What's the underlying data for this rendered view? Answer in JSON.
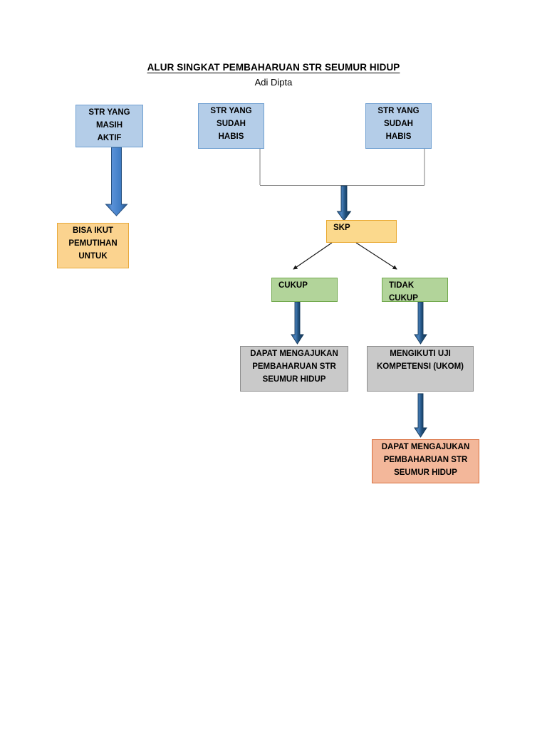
{
  "document": {
    "title": "ALUR SINGKAT PEMBAHARUAN STR SEUMUR HIDUP",
    "author": "Adi Dipta"
  },
  "palette": {
    "blue_fill": "#b4cde8",
    "blue_border": "#6f9fd1",
    "amber_fill": "#fbd38f",
    "amber_border": "#e8a93c",
    "green_fill": "#b2d49a",
    "green_border": "#72a94e",
    "grey_fill": "#c9c9c9",
    "grey_border": "#8d8d8d",
    "salmon_fill": "#f3b79a",
    "salmon_border": "#d9703f",
    "arrow_navy": "#1f4e79",
    "arrow_blue": "#3c78c8",
    "connector_grey": "#808080",
    "arrow_black": "#000000"
  },
  "nodes": {
    "str_aktif": {
      "label": "STR YANG\nMASIH\nAKTIF"
    },
    "str_habis_1": {
      "label": "STR YANG\nSUDAH\nHABIS"
    },
    "str_habis_2": {
      "label": "STR YANG\nSUDAH\nHABIS"
    },
    "pemutihan": {
      "label": "BISA IKUT\nPEMUTIHAN\nUNTUK"
    },
    "skp": {
      "label": "SKP"
    },
    "cukup": {
      "label": "CUKUP"
    },
    "tidak_cukup": {
      "label": "TIDAK\nCUKUP"
    },
    "ajukan_str_grey": {
      "label": "DAPAT MENGAJUKAN\nPEMBAHARUAN STR\nSEUMUR HIDUP"
    },
    "ukom": {
      "label": "MENGIKUTI UJI\nKOMPETENSI (UKOM)"
    },
    "ajukan_str_salmon": {
      "label": "DAPAT MENGAJUKAN\nPEMBAHARUAN STR\nSEUMUR HIDUP"
    }
  },
  "edges": [
    {
      "name": "aktif-to-pemutihan",
      "from": "str_aktif",
      "to": "pemutihan",
      "style": "thick-blue-arrow"
    },
    {
      "name": "habis1-to-join",
      "from": "str_habis_1",
      "to": "merge_point",
      "style": "thin-grey-line"
    },
    {
      "name": "habis2-to-join",
      "from": "str_habis_2",
      "to": "merge_point",
      "style": "thin-grey-line"
    },
    {
      "name": "join-to-skp",
      "from": "merge_point",
      "to": "skp",
      "style": "thick-navy-arrow"
    },
    {
      "name": "skp-to-cukup",
      "from": "skp",
      "to": "cukup",
      "style": "thin-black-arrow"
    },
    {
      "name": "skp-to-tidak-cukup",
      "from": "skp",
      "to": "tidak_cukup",
      "style": "thin-black-arrow"
    },
    {
      "name": "cukup-to-ajukan",
      "from": "cukup",
      "to": "ajukan_str_grey",
      "style": "thick-navy-arrow"
    },
    {
      "name": "tidak-cukup-to-ukom",
      "from": "tidak_cukup",
      "to": "ukom",
      "style": "thick-navy-arrow"
    },
    {
      "name": "ukom-to-ajukan-salmon",
      "from": "ukom",
      "to": "ajukan_str_salmon",
      "style": "thick-navy-arrow"
    }
  ]
}
